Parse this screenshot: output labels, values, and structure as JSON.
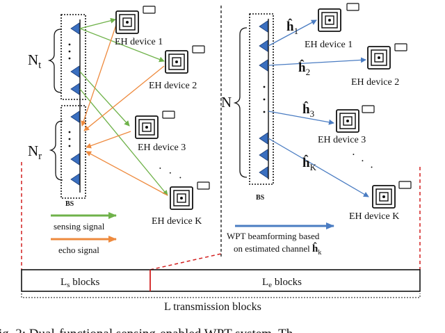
{
  "left_panel": {
    "n_t_label": "N",
    "n_t_sub": "t",
    "n_r_label": "N",
    "n_r_sub": "r",
    "bs_label": "BS",
    "devices": [
      "EH device 1",
      "EH device 2",
      "EH device 3",
      "EH device K"
    ],
    "ellipsis": ". . .",
    "legend": {
      "sensing": "sensing signal",
      "echo": "echo signal"
    }
  },
  "right_panel": {
    "n_label": "N",
    "bs_label": "BS",
    "devices": [
      "EH device 1",
      "EH device 2",
      "EH device 3",
      "EH device K"
    ],
    "channels": [
      {
        "symbol": "ĥ",
        "sub": "1"
      },
      {
        "symbol": "ĥ",
        "sub": "2"
      },
      {
        "symbol": "ĥ",
        "sub": "3"
      },
      {
        "symbol": "ĥ",
        "sub": "K"
      }
    ],
    "ellipsis": ". . .",
    "legend_line1": "WPT beamforming based",
    "legend_line2_prefix": "on estimated channel ",
    "legend_line2_symbol": "ĥ",
    "legend_line2_sub": "k"
  },
  "timeline": {
    "ls_main": "L",
    "ls_sub": "s",
    "ls_rest": " blocks",
    "le_main": "L",
    "le_sub": "e",
    "le_rest": " blocks",
    "total": "L transmission blocks"
  },
  "caption_fragment": "ig. 2: Dual-functional sensing-enabled WPT system. Th",
  "colors": {
    "antenna": "#3a6fc0",
    "sensing": "#6fb24a",
    "echo": "#ee8a3e",
    "wpt": "#4a7cc2",
    "divider_red": "#d21f1f"
  }
}
